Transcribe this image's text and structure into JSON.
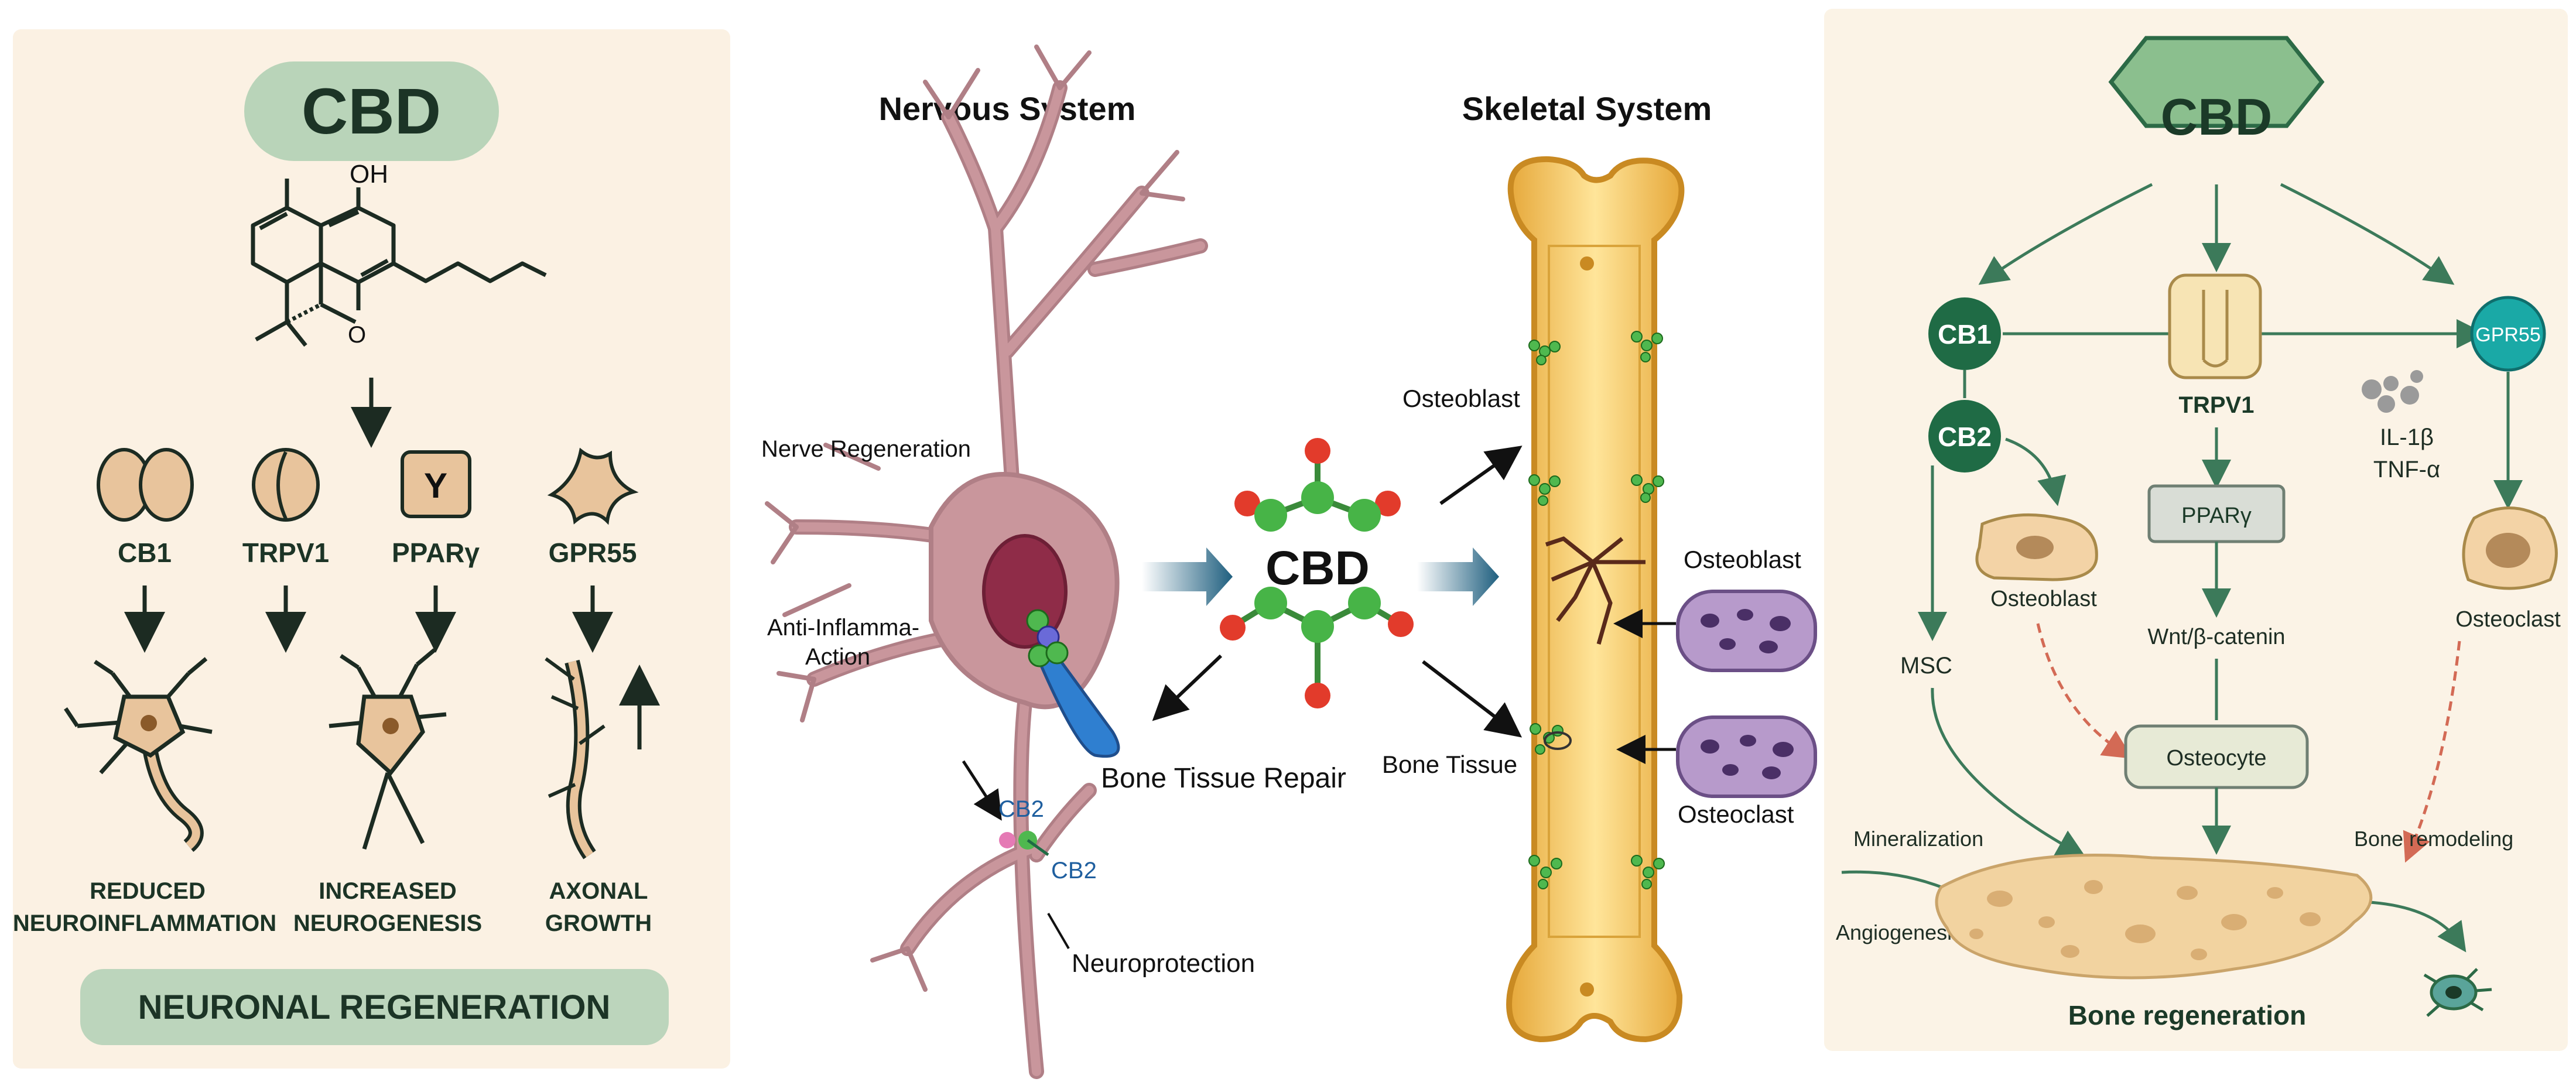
{
  "left_panel": {
    "title": "CBD",
    "oh_label": "OH",
    "receptors": [
      "CB1",
      "TRPV1",
      "PPARγ",
      "GPR55"
    ],
    "pparg_glyph": "Y",
    "effects": [
      {
        "line1": "REDUCED",
        "line2": "NEUROINFLAMMATION"
      },
      {
        "line1": "INCREASED",
        "line2": "NEUROGENESIS"
      },
      {
        "line1": "AXONAL",
        "line2": "GROWTH"
      }
    ],
    "footer": "NEURONAL REGENERATION"
  },
  "center_panel": {
    "nervous_title": "Nervous System",
    "skeletal_title": "Skeletal System",
    "cbd_label": "CBD",
    "nerve_regeneration": "Nerve Regeneration",
    "anti_inflamma_line1": "Anti-Inflamma-",
    "anti_inflamma_line2": "Action",
    "cb2_a": "CB2",
    "cb2_b": "CB2",
    "neuroprotection": "Neuroprotection",
    "bone_tissue_repair": "Bone Tissue Repair",
    "osteoblast_top": "Osteoblast",
    "bone_tissue": "Bone Tissue",
    "osteoblast_right": "Osteoblast",
    "osteoclast_right": "Osteoclast"
  },
  "right_panel": {
    "title": "CBD",
    "cb1": "CB1",
    "cb2": "CB2",
    "trpv1": "TRPV1",
    "gpr55": "GPR55",
    "il1b": "IL-1β",
    "tnfa": "TNF-α",
    "pparg": "PPARγ",
    "osteoblast": "Osteoblast",
    "wnt": "Wnt/β-catenin",
    "osteoclast": "Osteoclast",
    "msc": "MSC",
    "osteocyte": "Osteocyte",
    "mineralization": "Mineralization",
    "bone_remodeling": "Bone remodeling",
    "angiogenesis": "Angiogenesis",
    "footer": "Bone regeneration"
  },
  "colors": {
    "dark_green": "#1f6b45",
    "mid_green": "#4f8f6b",
    "teal": "#1aa9a6",
    "neuron_pink": "#c38d93",
    "bone_gold": "#f3c55c",
    "arrow_blue": "#2d6f8f"
  }
}
